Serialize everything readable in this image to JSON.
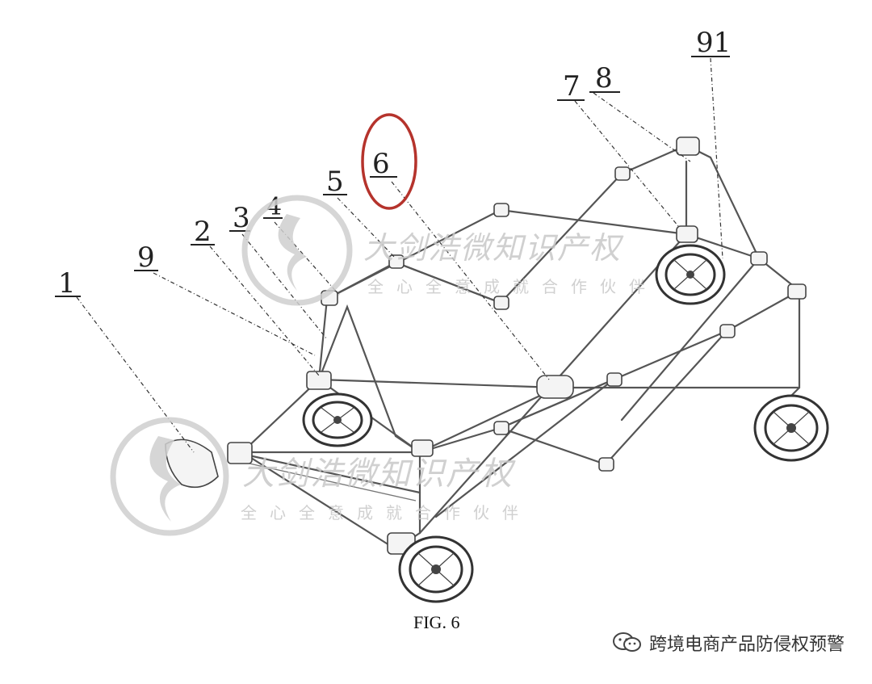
{
  "figure": {
    "caption": "FIG. 6",
    "reference_labels": {
      "r1": "1",
      "r2": "2",
      "r3": "3",
      "r4": "4",
      "r5": "5",
      "r6": "6",
      "r7": "7",
      "r8": "8",
      "r9": "9",
      "r91": "91"
    },
    "highlight_color": "#b5332c"
  },
  "watermark": {
    "line1": "大剑浩微知识产权",
    "line2": "全心全意成就合作伙伴"
  },
  "credit": {
    "text": "跨境电商产品防侵权预警",
    "icon": "wechat-icon"
  }
}
